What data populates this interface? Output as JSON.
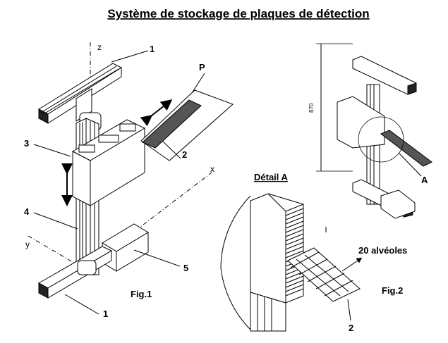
{
  "title": "Système de stockage de plaques de détection",
  "fig1": {
    "caption": "Fig.1",
    "axes": {
      "z": "z",
      "x": "x",
      "y": "y"
    },
    "labels": {
      "n1_top": "1",
      "n1_bottom": "1",
      "n2": "2",
      "n3": "3",
      "n4": "4",
      "n5": "5",
      "p": "P"
    }
  },
  "detail": {
    "title": "Détail A",
    "alveoles": "20 alvéoles",
    "n2": "2"
  },
  "fig2": {
    "caption": "Fig.2",
    "dimension": "870",
    "a": "A"
  }
}
